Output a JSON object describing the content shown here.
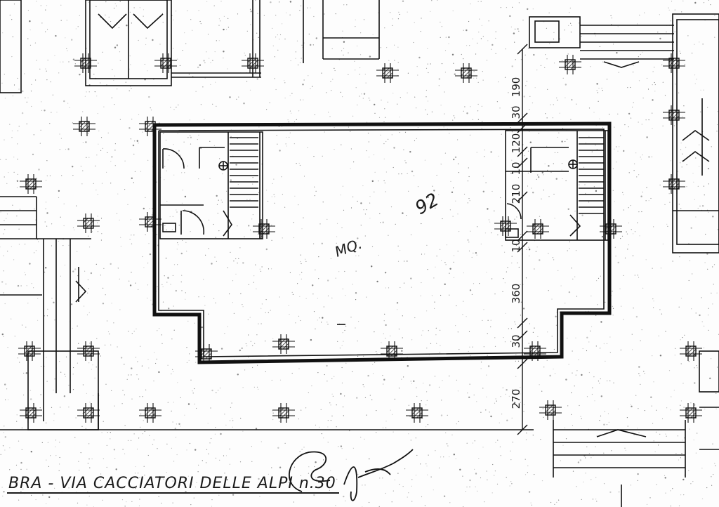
{
  "caption": "BRA - VIA CACCIATORI DELLE ALPI n.30",
  "room": {
    "area_value": "92",
    "area_unit": "MQ."
  },
  "dimensions": [
    "190",
    "30",
    "120",
    "10",
    "210",
    "10",
    "360",
    "30",
    "270"
  ],
  "signature": "handwritten signature"
}
